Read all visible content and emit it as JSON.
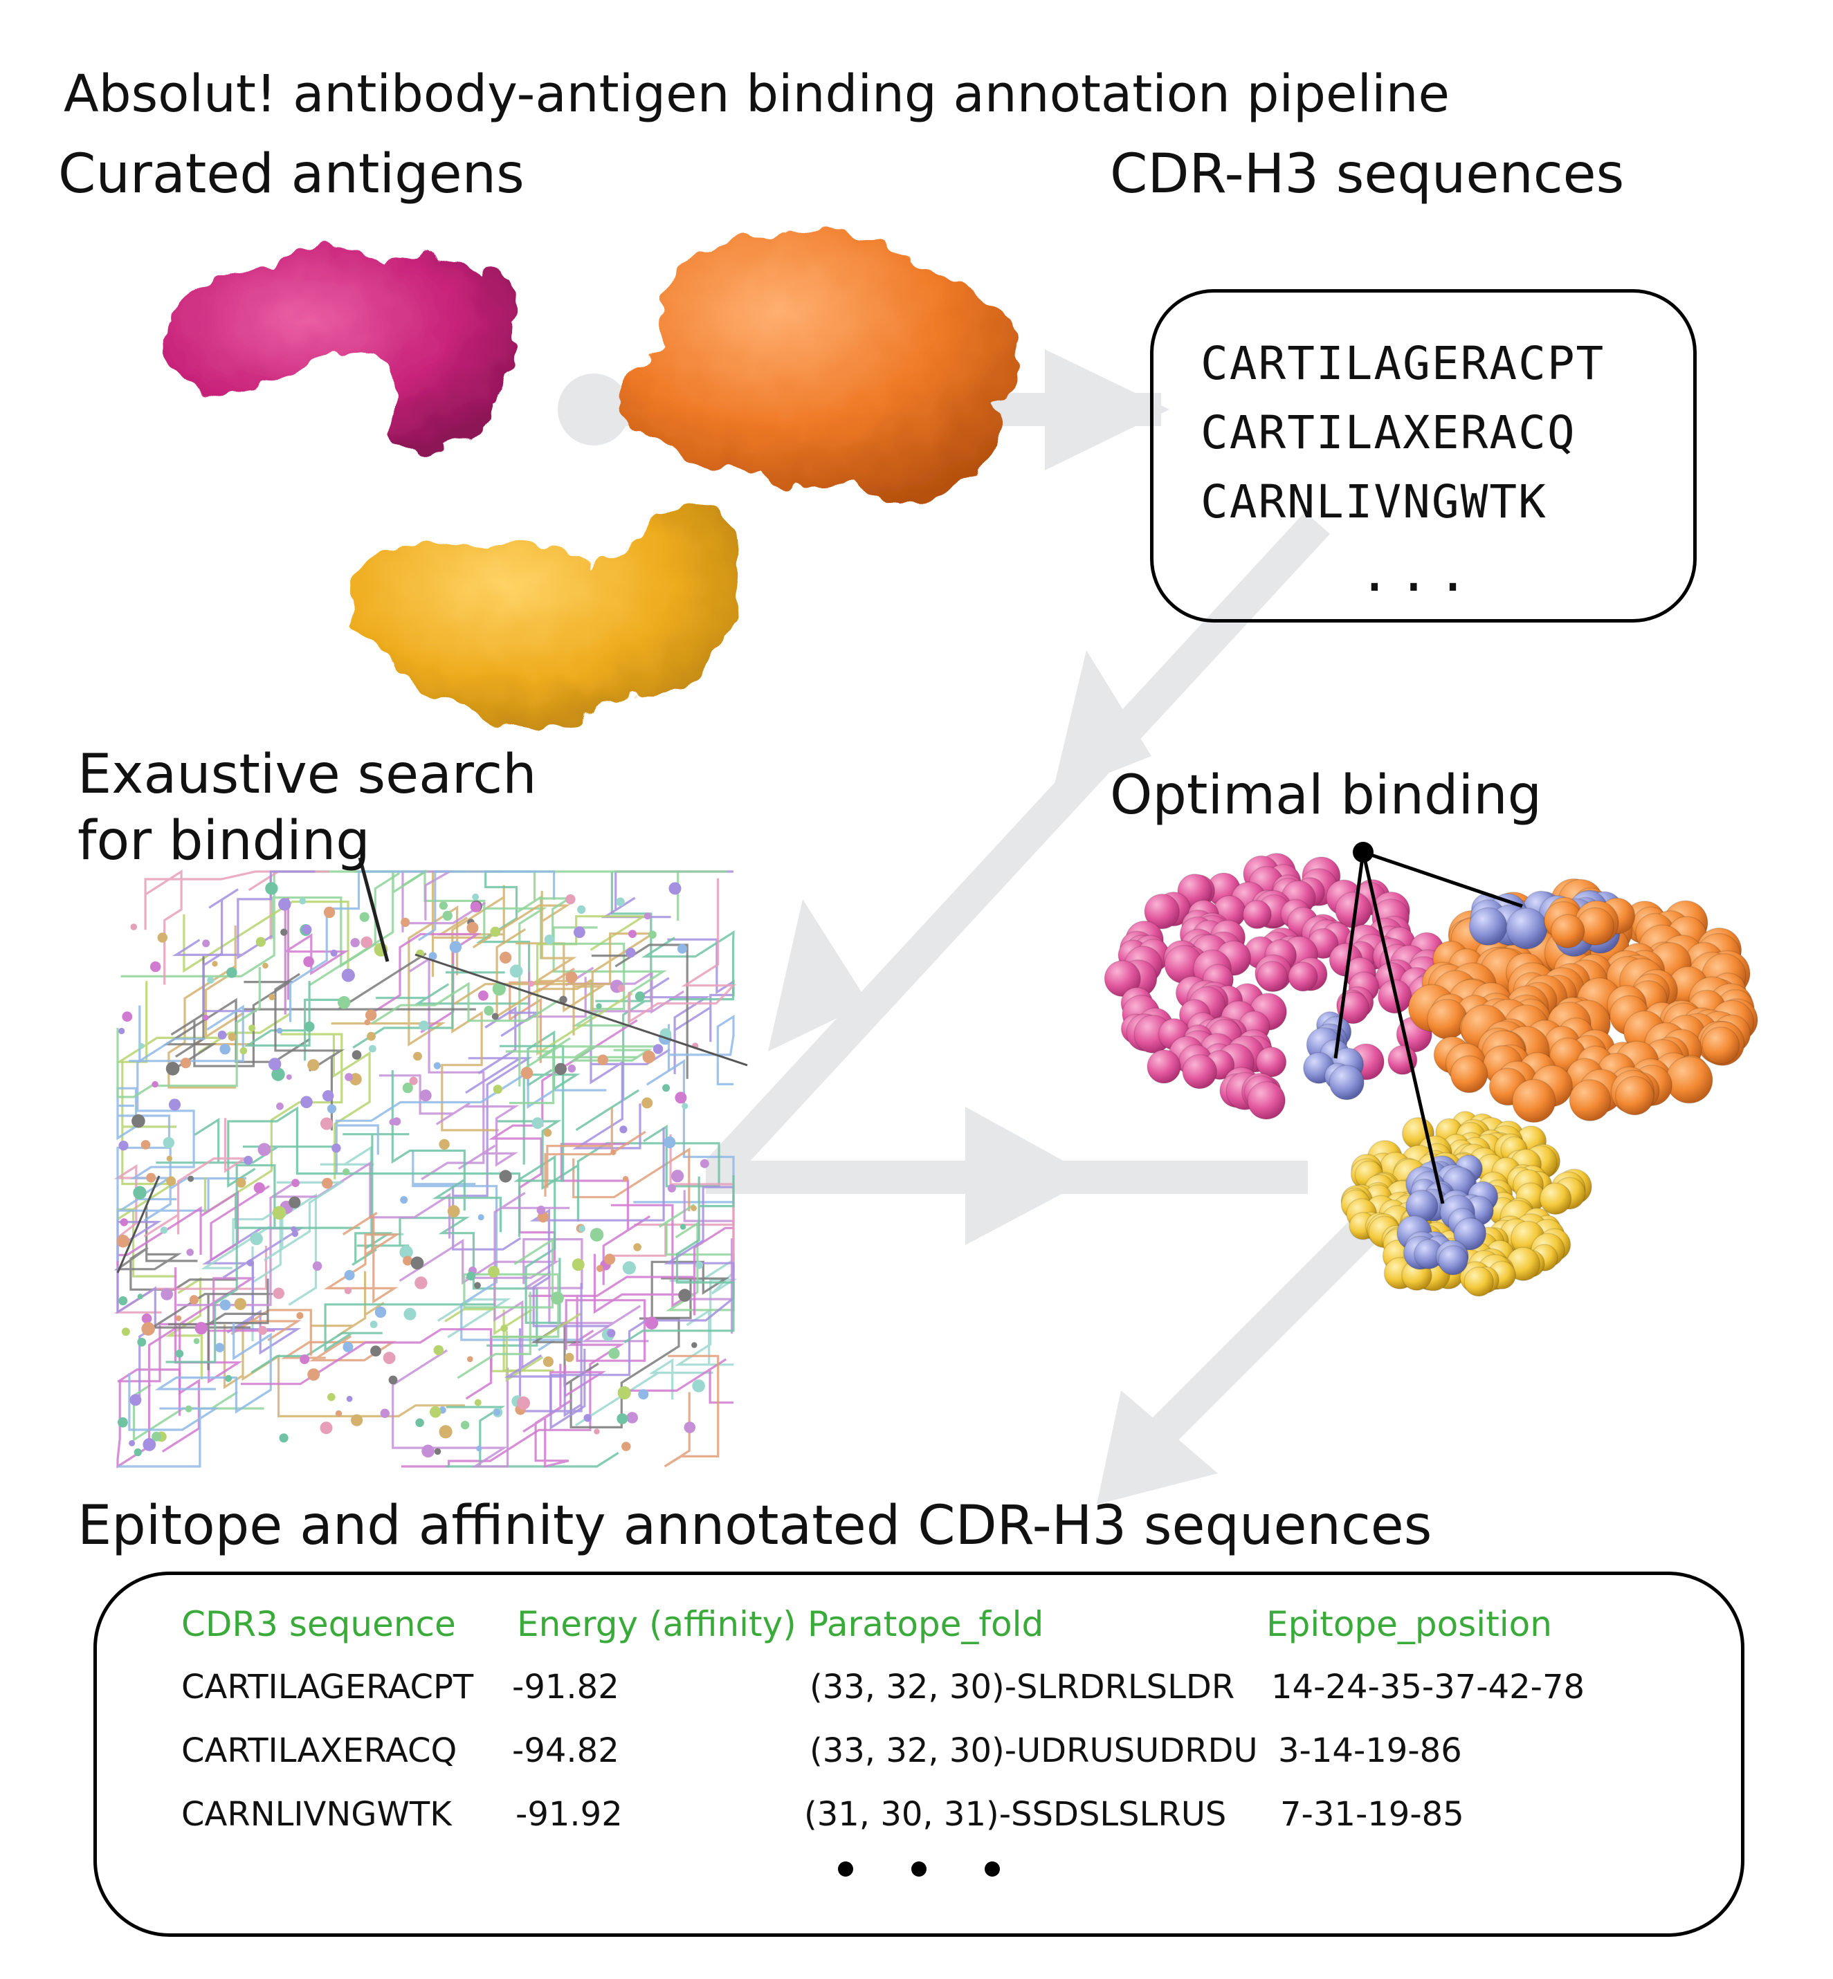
{
  "title": "Absolut! antibody-antigen binding annotation pipeline",
  "sections": {
    "antigens": "Curated antigens",
    "cdr": "CDR-H3 sequences",
    "search_line1": "Exaustive search",
    "search_line2": "for binding",
    "optimal": "Optimal binding",
    "annotated": "Epitope and affinity annotated CDR-H3 sequences"
  },
  "cdr_sequences": [
    "CARTILAGERACPT",
    "CARTILAXERACQ",
    "CARNLIVNGWTK"
  ],
  "cdr_ellipsis": "...",
  "table": {
    "headers": [
      "CDR3 sequence",
      "Energy (affinity)",
      "Paratope_fold",
      "Epitope_position"
    ],
    "rows": [
      [
        "CARTILAGERACPT",
        "-91.82",
        "(33, 32, 30)-SLRDRLSLDR",
        "14-24-35-37-42-78"
      ],
      [
        "CARTILAXERACQ",
        "-94.82",
        "(33, 32, 30)-UDRUSUDRDU",
        "3-14-19-86"
      ],
      [
        "CARNLIVNGWTK",
        "-91.92",
        "(31, 30, 31)-SSDSLSLRUS",
        "7-31-19-85"
      ]
    ]
  },
  "colors": {
    "magenta": "#cf2b7a",
    "orange": "#ee7a2a",
    "gold": "#f0b22a",
    "pink": "#e25aa0",
    "bright_orange": "#f38a34",
    "yellow": "#f3c83a",
    "blue": "#8a93d6",
    "arrow": "#e6e7e9",
    "header_green": "#3aaa3a"
  },
  "icons": [
    "antigen-surface",
    "lattice-cube",
    "bead-model",
    "connector-lines"
  ]
}
